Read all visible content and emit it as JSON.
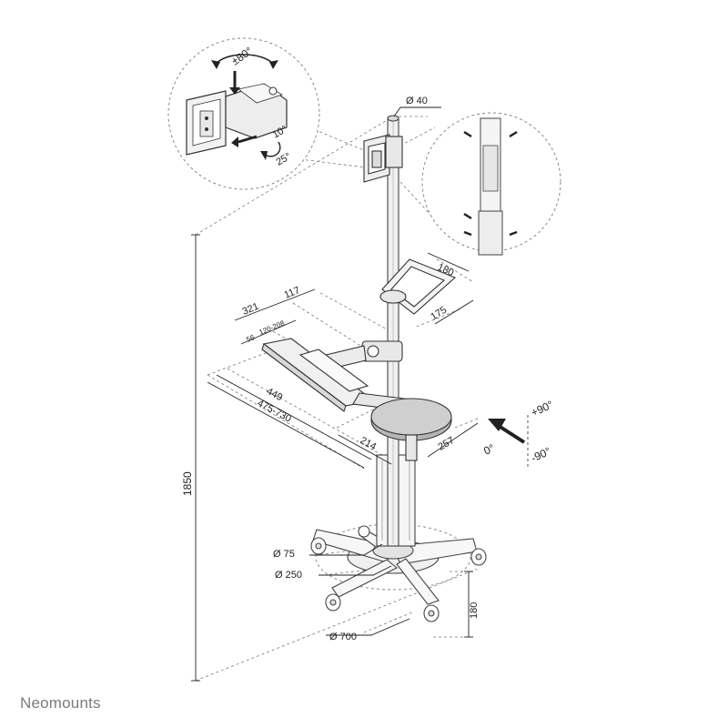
{
  "brand": {
    "name": "Neomounts"
  },
  "callout_top": {
    "rotation": "±80°",
    "tilt_up": "10°",
    "tilt_down": "25°"
  },
  "dimensions": {
    "pole_diameter": "Ø 40",
    "height_total": "1850",
    "tray_width": "180",
    "tray_depth": "175",
    "kb_width_a": "321",
    "kb_width_b": "117",
    "kb_offset_small": "56",
    "kb_offset_range": "120-208",
    "kb_length": "449",
    "kb_reach": "475-730",
    "mouse_a": "214",
    "mouse_b": "257",
    "swivel_plus": "+90°",
    "swivel_zero": "0°",
    "swivel_minus": "-90°",
    "column_diameter": "Ø 75",
    "hub_diameter": "Ø 250",
    "base_diameter": "Ø 700",
    "base_height": "180"
  }
}
